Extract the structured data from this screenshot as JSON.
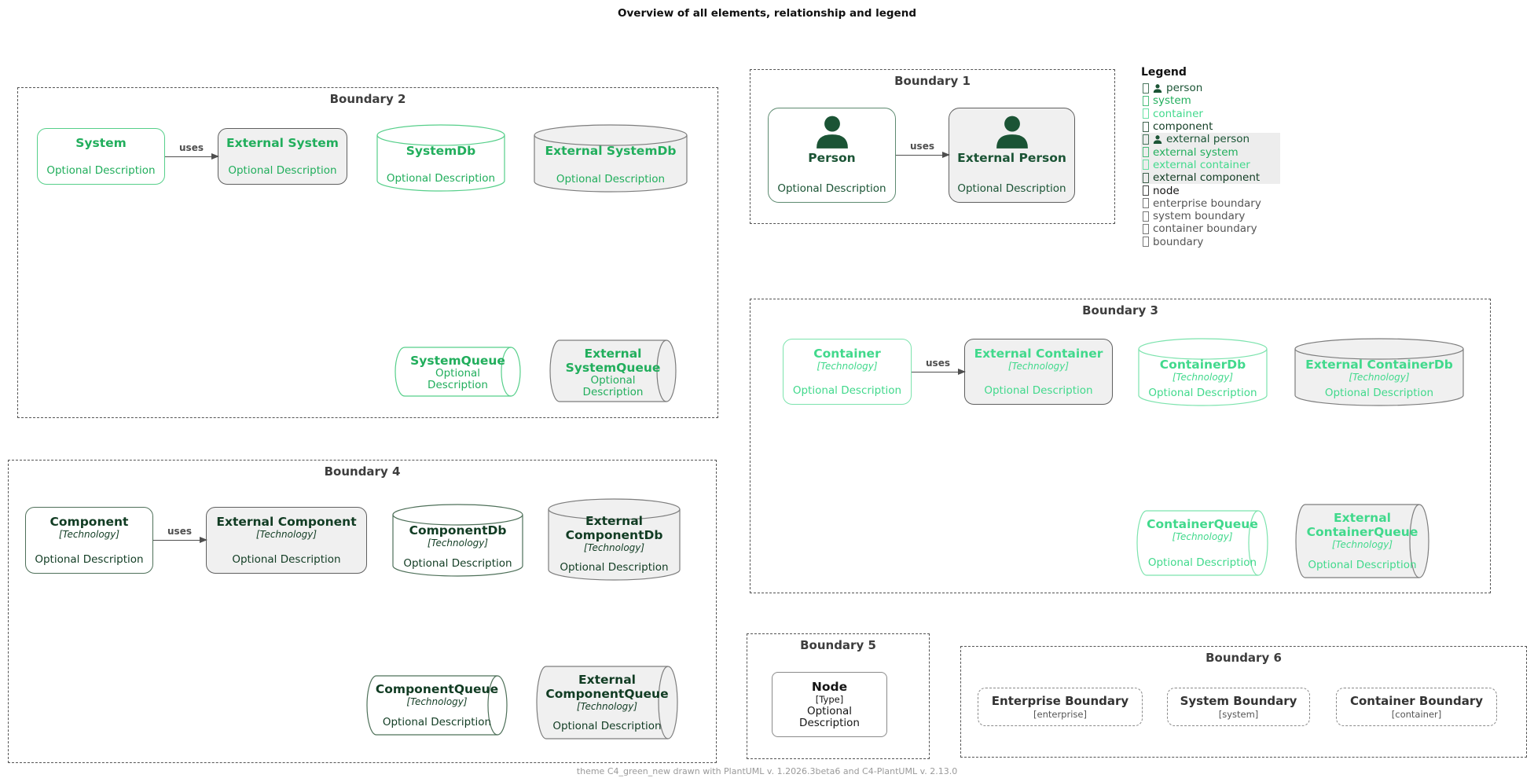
{
  "title": "Overview of all elements, relationship and legend",
  "footer": "theme C4_green_new drawn with PlantUML v. 1.2026.3beta6 and C4-PlantUML v. 2.13.0",
  "colors": {
    "person": "#1b5435",
    "system": "#21ae5c",
    "container": "#41d98c",
    "component": "#113c23",
    "node": "#141414",
    "boundary_gray": "#555555",
    "external_bg": "#f0f0f0"
  },
  "relation": {
    "label": "uses"
  },
  "boundaries": {
    "b1": "Boundary 1",
    "b2": "Boundary 2",
    "b3": "Boundary 3",
    "b4": "Boundary 4",
    "b5": "Boundary 5",
    "b6": "Boundary 6"
  },
  "el": {
    "system": {
      "t": "System",
      "d": "Optional Description"
    },
    "ext_system": {
      "t": "External System",
      "d": "Optional Description"
    },
    "system_db": {
      "t": "SystemDb",
      "d": "Optional Description"
    },
    "ext_system_db": {
      "t": "External SystemDb",
      "d": "Optional Description"
    },
    "system_q": {
      "t": "SystemQueue",
      "d": "Optional Description"
    },
    "ext_system_q": {
      "t": "External SystemQueue",
      "d": "Optional Description"
    },
    "person": {
      "t": "Person",
      "d": "Optional Description"
    },
    "ext_person": {
      "t": "External Person",
      "d": "Optional Description"
    },
    "container": {
      "t": "Container",
      "tech": "[Technology]",
      "d": "Optional Description"
    },
    "ext_container": {
      "t": "External Container",
      "tech": "[Technology]",
      "d": "Optional Description"
    },
    "container_db": {
      "t": "ContainerDb",
      "tech": "[Technology]",
      "d": "Optional Description"
    },
    "ext_container_db": {
      "t": "External ContainerDb",
      "tech": "[Technology]",
      "d": "Optional Description"
    },
    "container_q": {
      "t": "ContainerQueue",
      "tech": "[Technology]",
      "d": "Optional Description"
    },
    "ext_container_q": {
      "t": "External ContainerQueue",
      "tech": "[Technology]",
      "d": "Optional Description"
    },
    "component": {
      "t": "Component",
      "tech": "[Technology]",
      "d": "Optional Description"
    },
    "ext_component": {
      "t": "External Component",
      "tech": "[Technology]",
      "d": "Optional Description"
    },
    "component_db": {
      "t": "ComponentDb",
      "tech": "[Technology]",
      "d": "Optional Description"
    },
    "ext_component_db": {
      "t": "External ComponentDb",
      "tech": "[Technology]",
      "d": "Optional Description"
    },
    "component_q": {
      "t": "ComponentQueue",
      "tech": "[Technology]",
      "d": "Optional Description"
    },
    "ext_component_q": {
      "t": "External ComponentQueue",
      "tech": "[Technology]",
      "d": "Optional Description"
    },
    "node": {
      "t": "Node",
      "type": "[Type]",
      "d": "Optional Description"
    }
  },
  "inner_boundaries": {
    "enterprise": {
      "t": "Enterprise Boundary",
      "type": "[enterprise]"
    },
    "system": {
      "t": "System Boundary",
      "type": "[system]"
    },
    "container": {
      "t": "Container Boundary",
      "type": "[container]"
    }
  },
  "legend": {
    "title": "Legend",
    "items": [
      {
        "label": "person",
        "color": "person",
        "person_icon": true,
        "highlight": false
      },
      {
        "label": "system",
        "color": "system",
        "person_icon": false,
        "highlight": false
      },
      {
        "label": "container",
        "color": "container",
        "person_icon": false,
        "highlight": false
      },
      {
        "label": "component",
        "color": "component",
        "person_icon": false,
        "highlight": false
      },
      {
        "label": "external person",
        "color": "person",
        "person_icon": true,
        "highlight": true
      },
      {
        "label": "external system",
        "color": "system",
        "person_icon": false,
        "highlight": true
      },
      {
        "label": "external container",
        "color": "container",
        "person_icon": false,
        "highlight": true
      },
      {
        "label": "external component",
        "color": "component",
        "person_icon": false,
        "highlight": true
      },
      {
        "label": "node",
        "color": "node",
        "person_icon": false,
        "highlight": false
      },
      {
        "label": "enterprise boundary",
        "color": "boundary_gray",
        "person_icon": false,
        "highlight": false
      },
      {
        "label": "system boundary",
        "color": "boundary_gray",
        "person_icon": false,
        "highlight": false
      },
      {
        "label": "container boundary",
        "color": "boundary_gray",
        "person_icon": false,
        "highlight": false
      },
      {
        "label": "boundary",
        "color": "boundary_gray",
        "person_icon": false,
        "highlight": false
      }
    ]
  }
}
